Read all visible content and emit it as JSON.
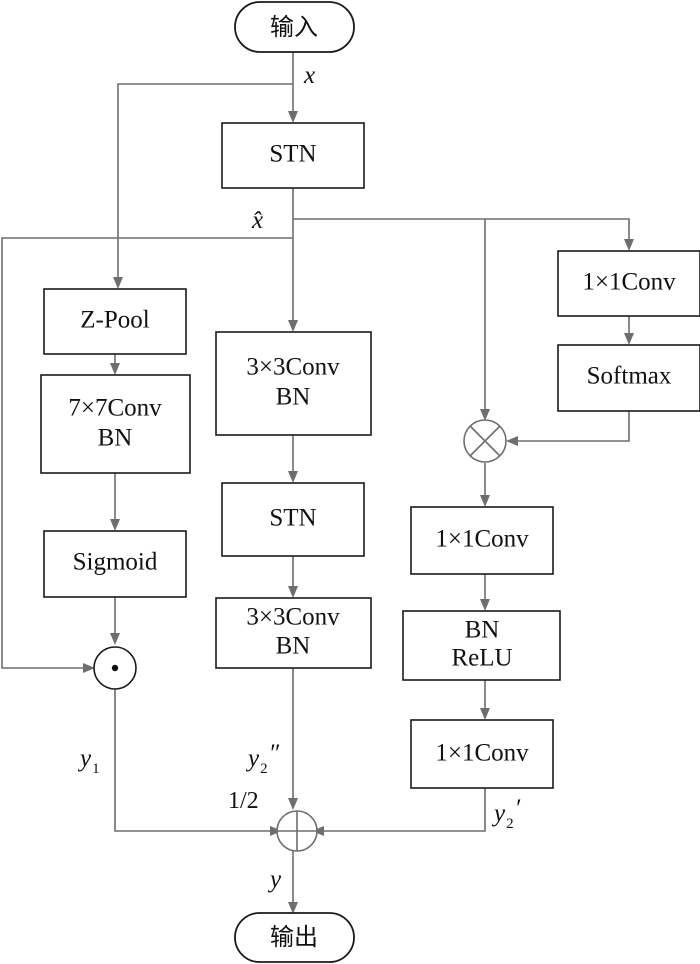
{
  "terminals": {
    "input": "输入",
    "output": "输出"
  },
  "variables": {
    "x": "x",
    "x_hat": "x̂",
    "y1_base": "y",
    "y1_sub": "1",
    "y2pp_base": "y",
    "y2pp_sub": "2",
    "y2pp_mark": "″",
    "y2p_base": "y",
    "y2p_sub": "2",
    "y2p_mark": "′",
    "y": "y",
    "half": "1/2"
  },
  "left_branch": {
    "zpool": "Z-Pool",
    "conv7_l1": "7×7Conv",
    "conv7_l2": "BN",
    "sigmoid": "Sigmoid"
  },
  "middle_branch": {
    "stn_top": "STN",
    "conv3a_l1": "3×3Conv",
    "conv3a_l2": "BN",
    "stn_mid": "STN",
    "conv3b_l1": "3×3Conv",
    "conv3b_l2": "BN"
  },
  "right_branch": {
    "conv1_top": "1×1Conv",
    "softmax": "Softmax",
    "conv1_mid": "1×1Conv",
    "bnrelu_l1": "BN",
    "bnrelu_l2": "ReLU",
    "conv1_bot": "1×1Conv"
  }
}
